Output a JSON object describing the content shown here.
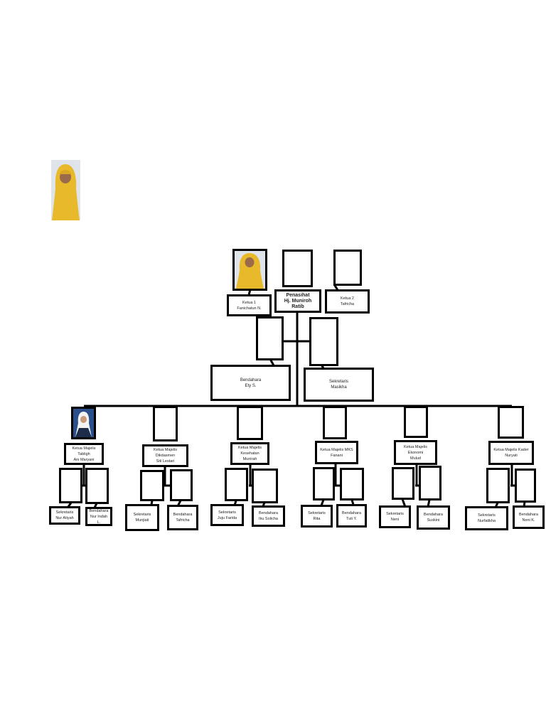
{
  "colors": {
    "line": "#000000",
    "hijab_yellow": "#e8b92a",
    "hijab_white": "#f3f3f3",
    "dark_uniform": "#1c2c4a",
    "photo_bg_blue": "#2a4f8a"
  },
  "advisor": {
    "role": "Penasihat",
    "name": "Hj. Muniroh Ratib"
  },
  "chair1": {
    "role": "Ketua 1",
    "name": "Fanichatun N."
  },
  "chair2": {
    "role": "Ketua 2",
    "name": "Tafricha"
  },
  "treasurer": {
    "role": "Bendahara",
    "name": "Ety S."
  },
  "secretary": {
    "role": "Sekretaris",
    "name": "Masikha"
  },
  "councils": [
    {
      "title": "Ketua Majelis Tabligh",
      "name": "Ani Maryani",
      "sec_role": "Sekretaris",
      "sec_name": "Nur Atiyah",
      "tre_role": "Bendahara",
      "tre_name": "Nur Indah L."
    },
    {
      "title": "Ketua Majelis Dikdasmen",
      "name": "Siti Lestari",
      "sec_role": "Sekretaris",
      "sec_name": "Munjiati",
      "tre_role": "Bendahara",
      "tre_name": "Tafricha"
    },
    {
      "title": "Ketua Majelis Kesehatan",
      "name": "Munirah",
      "sec_role": "Sekretaris",
      "sec_name": "Juju Farida",
      "tre_role": "Bendahara",
      "tre_name": "Iku Solicha"
    },
    {
      "title": "Ketua Majelis MKS",
      "name": "Fanani",
      "sec_role": "Sekretaris",
      "sec_name": "Rita",
      "tre_role": "Bendahara",
      "tre_name": "Tuti Y."
    },
    {
      "title": "Ketua Majelis Ekonomi",
      "name": "Mulud",
      "sec_role": "Sekretaris",
      "sec_name": "Neni",
      "tre_role": "Bendahara",
      "tre_name": "Suskini"
    },
    {
      "title": "Ketua Majelis Kader",
      "name": "Nuryati",
      "sec_role": "Sekretaris",
      "sec_name": "Nurfatikha",
      "tre_role": "Bendahara",
      "tre_name": "Neni K."
    }
  ]
}
